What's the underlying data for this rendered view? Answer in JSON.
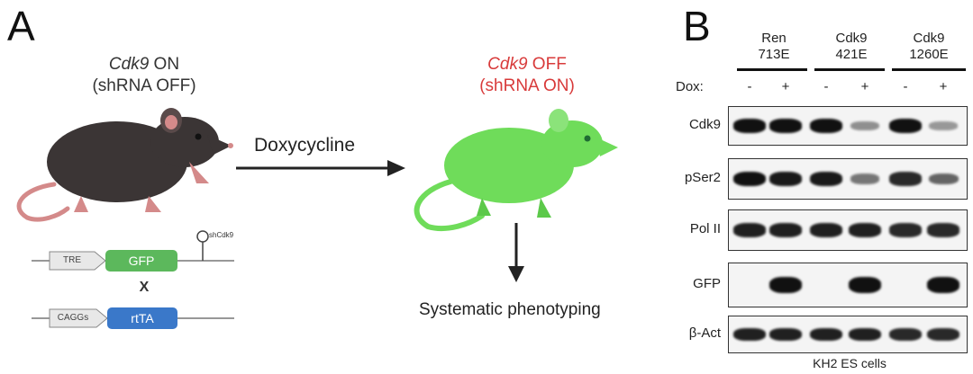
{
  "panel_a": {
    "letter": "A",
    "left_state_gene": "Cdk9",
    "left_state_suffix": " ON",
    "left_state_sub": "(shRNA OFF)",
    "right_state_gene": "Cdk9",
    "right_state_suffix": " OFF",
    "right_state_sub": "(shRNA ON)",
    "arrow_label": "Doxycycline",
    "outcome_label": "Systematic phenotyping",
    "construct1": {
      "promoter": "TRE",
      "gene": "GFP",
      "hairpin": "shCdk9"
    },
    "cross_symbol": "X",
    "construct2": {
      "promoter": "CAGGs",
      "gene": "rtTA"
    },
    "colors": {
      "gfp_box": "#5cb85c",
      "rtta_box": "#3a78c9",
      "green_mouse": "#6fdc5a",
      "dark_mouse": "#3b3535",
      "red_text": "#d83a3a"
    }
  },
  "panel_b": {
    "letter": "B",
    "groups": [
      {
        "line1": "Ren",
        "line2": "713E"
      },
      {
        "line1": "Cdk9",
        "line2": "421E"
      },
      {
        "line1": "Cdk9",
        "line2": "1260E"
      }
    ],
    "dox_label": "Dox:",
    "dox_states": [
      "-",
      "+",
      "-",
      "+",
      "-",
      "+"
    ],
    "rows": [
      {
        "label": "Cdk9",
        "intensity": [
          1.0,
          1.0,
          1.0,
          0.25,
          1.0,
          0.2
        ]
      },
      {
        "label": "pSer2",
        "intensity": [
          1.0,
          0.95,
          0.95,
          0.4,
          0.85,
          0.5
        ]
      },
      {
        "label": "Pol II",
        "intensity": [
          0.9,
          0.9,
          0.9,
          0.9,
          0.85,
          0.85
        ]
      },
      {
        "label": "GFP",
        "intensity": [
          0.0,
          1.0,
          0.0,
          1.0,
          0.0,
          1.0
        ]
      },
      {
        "label": "β-Act",
        "intensity": [
          0.9,
          0.9,
          0.9,
          0.9,
          0.85,
          0.85
        ]
      }
    ],
    "caption": "KH2 ES cells"
  }
}
